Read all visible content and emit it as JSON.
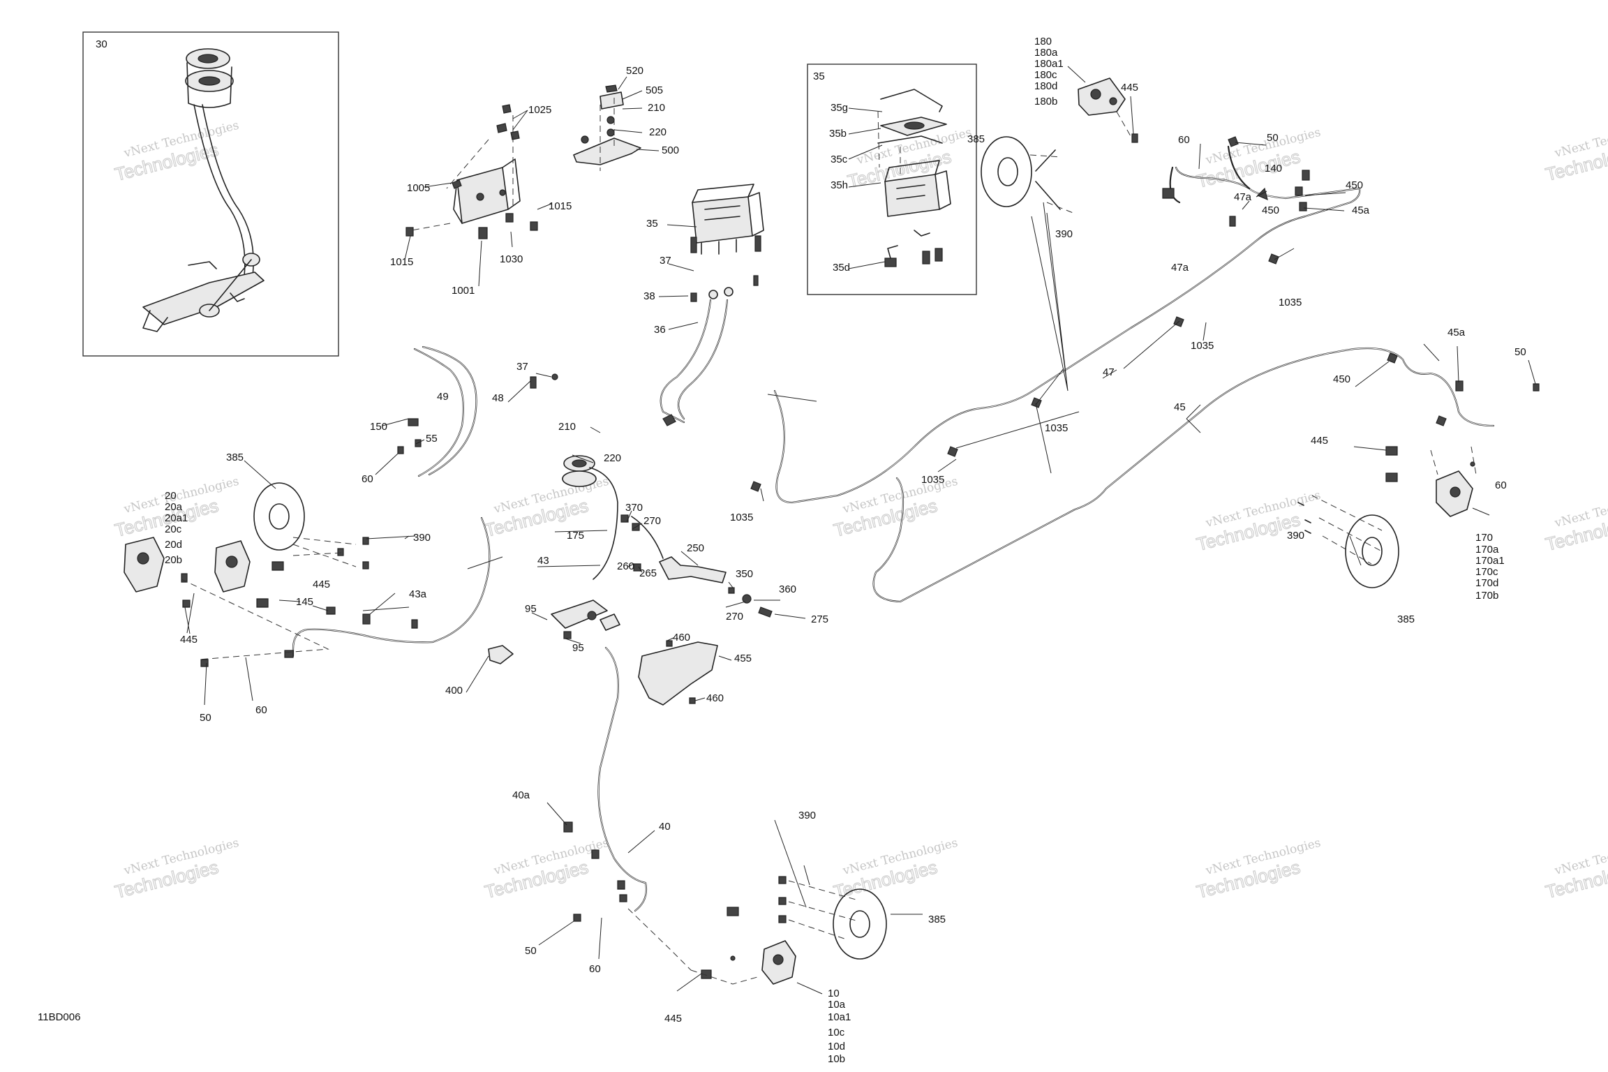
{
  "diagram_code": "11BD006",
  "watermark": {
    "line1": "vNext Technologies",
    "line2": "Technologies"
  },
  "inset_boxes": [
    {
      "id": "box-30",
      "label": "30"
    },
    {
      "id": "box-35",
      "label": "35"
    }
  ],
  "parts": {
    "p1025": "1025",
    "p1005": "1005",
    "p1015a": "1015",
    "p1015b": "1015",
    "p1030": "1030",
    "p1001": "1001",
    "p520": "520",
    "p505": "505",
    "p210a": "210",
    "p220a": "220",
    "p500": "500",
    "p35": "35",
    "p37a": "37",
    "p38": "38",
    "p36": "36",
    "p35g": "35g",
    "p35b": "35b",
    "p35c": "35c",
    "p35h": "35h",
    "p35d": "35d",
    "p180": "180",
    "p180a": "180a",
    "p180a1": "180a1",
    "p180c": "180c",
    "p180d": "180d",
    "p180b": "180b",
    "p445a": "445",
    "p385a": "385",
    "p390a": "390",
    "p60a": "60",
    "p50a": "50",
    "p140": "140",
    "p47a1": "47a",
    "p450a": "450",
    "p450b": "450",
    "p45a1": "45a",
    "p47a2": "47a",
    "p1035a": "1035",
    "p1035b": "1035",
    "p47": "47",
    "p1035c": "1035",
    "p1035d": "1035",
    "p1035e": "1035",
    "p45a2": "45a",
    "p50b": "50",
    "p450c": "450",
    "p45": "45",
    "p445b": "445",
    "p60b": "60",
    "p170": "170",
    "p170a": "170a",
    "p170a1": "170a1",
    "p170c": "170c",
    "p170d": "170d",
    "p170b": "170b",
    "p390b": "390",
    "p385b": "385",
    "p49": "49",
    "p48": "48",
    "p150": "150",
    "p55": "55",
    "p60c": "60",
    "p37b": "37",
    "p210b": "210",
    "p220b": "220",
    "p385c": "385",
    "p20": "20",
    "p20a": "20a",
    "p20a1": "20a1",
    "p20c": "20c",
    "p20d": "20d",
    "p20b": "20b",
    "p390c": "390",
    "p445c": "445",
    "p145": "145",
    "p43a": "43a",
    "p43": "43",
    "p445d": "445",
    "p50c": "50",
    "p60d": "60",
    "p400": "400",
    "p370": "370",
    "p270a": "270",
    "p175": "175",
    "p250": "250",
    "p260": "260",
    "p265": "265",
    "p95a": "95",
    "p95b": "95",
    "p350": "350",
    "p360": "360",
    "p270b": "270",
    "p275": "275",
    "p460a": "460",
    "p455": "455",
    "p460b": "460",
    "p40a": "40a",
    "p40": "40",
    "p390d": "390",
    "p385d": "385",
    "p50d": "50",
    "p60e": "60",
    "p445e": "445",
    "p10": "10",
    "p10a": "10a",
    "p10a1": "10a1",
    "p10c": "10c",
    "p10d": "10d",
    "p10b": "10b"
  }
}
